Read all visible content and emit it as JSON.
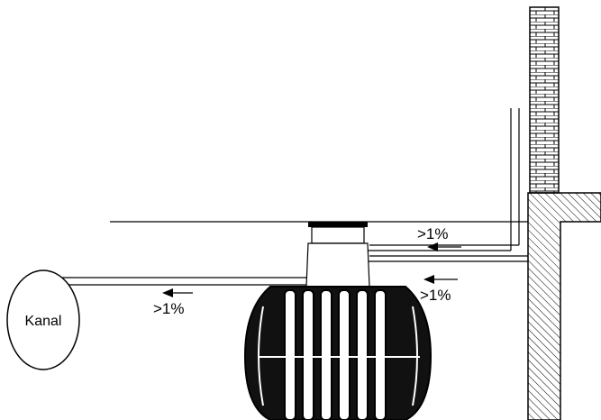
{
  "labels": {
    "sewer": "Kanal",
    "slope_roof_pipe": ">1%",
    "slope_house_pipe": ">1%",
    "slope_overflow": ">1%"
  },
  "colors": {
    "stroke": "#000000",
    "background": "#ffffff"
  }
}
